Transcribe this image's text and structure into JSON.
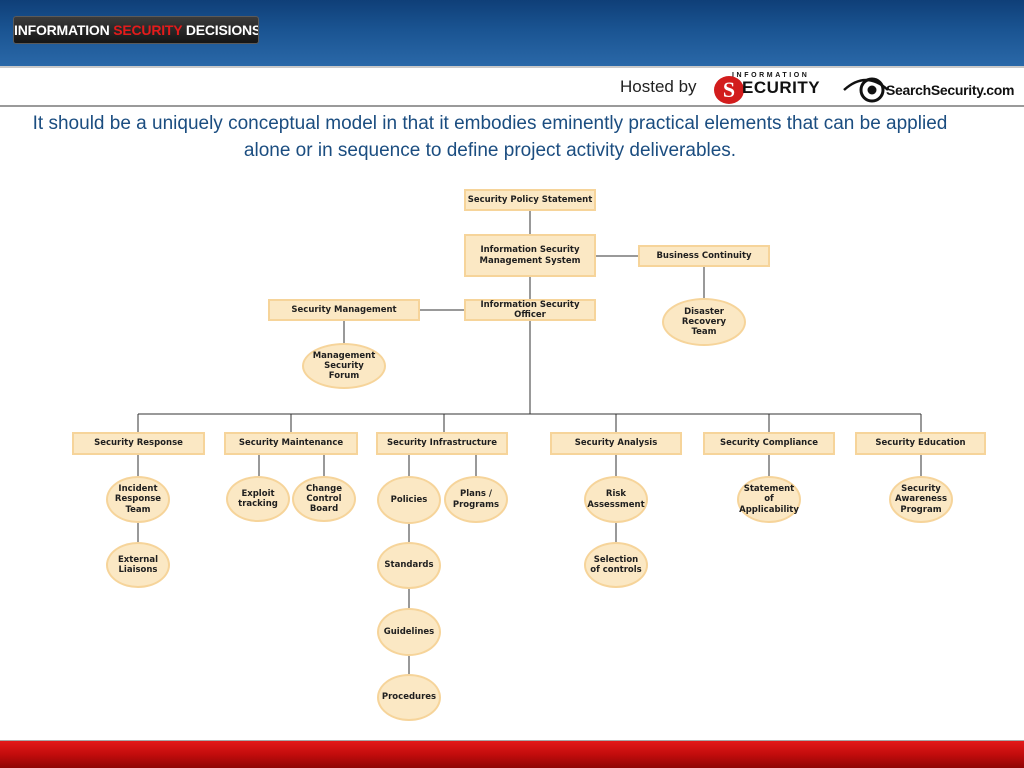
{
  "header": {
    "brand_part1": "INFORMATION ",
    "brand_part2": "SECURITY",
    "brand_part3": " DECISIONS",
    "hosted_by": "Hosted by",
    "infosec_logo_top": "INFORMATION",
    "infosec_logo_letter": "S",
    "infosec_logo_word": "ECURITY",
    "searchsecurity_logo": "SearchSecurity.com"
  },
  "slide": {
    "subtitle": "It should be a uniquely conceptual model in that it embodies eminently practical elements that can be applied alone or in sequence to define project activity deliverables."
  },
  "diagram": {
    "policy_statement": "Security Policy Statement",
    "isms": "Information Security Management System",
    "business_continuity": "Business Continuity",
    "disaster_recovery": "Disaster Recovery Team",
    "security_management": "Security Management",
    "iso": "Information Security Officer",
    "mgmt_forum": "Management Security Forum",
    "response": "Security Response",
    "maintenance": "Security Maintenance",
    "infrastructure": "Security Infrastructure",
    "analysis": "Security Analysis",
    "compliance": "Security Compliance",
    "education": "Security Education",
    "incident_response": "Incident Response Team",
    "external_liaisons": "External Liaisons",
    "exploit_tracking": "Exploit tracking",
    "change_control": "Change Control Board",
    "policies": "Policies",
    "plans_programs": "Plans / Programs",
    "standards": "Standards",
    "guidelines": "Guidelines",
    "procedures": "Procedures",
    "risk_assessment": "Risk Assessment",
    "selection_controls": "Selection of controls",
    "statement_applicability": "Statement of Applicability",
    "awareness_program": "Security Awareness Program"
  },
  "colors": {
    "banner": "#1a5492",
    "node_fill": "#fbe8c4",
    "node_border": "#f6d49a",
    "connector": "#333333",
    "subtitle": "#1b4d80",
    "footer": "#c20c0c"
  }
}
